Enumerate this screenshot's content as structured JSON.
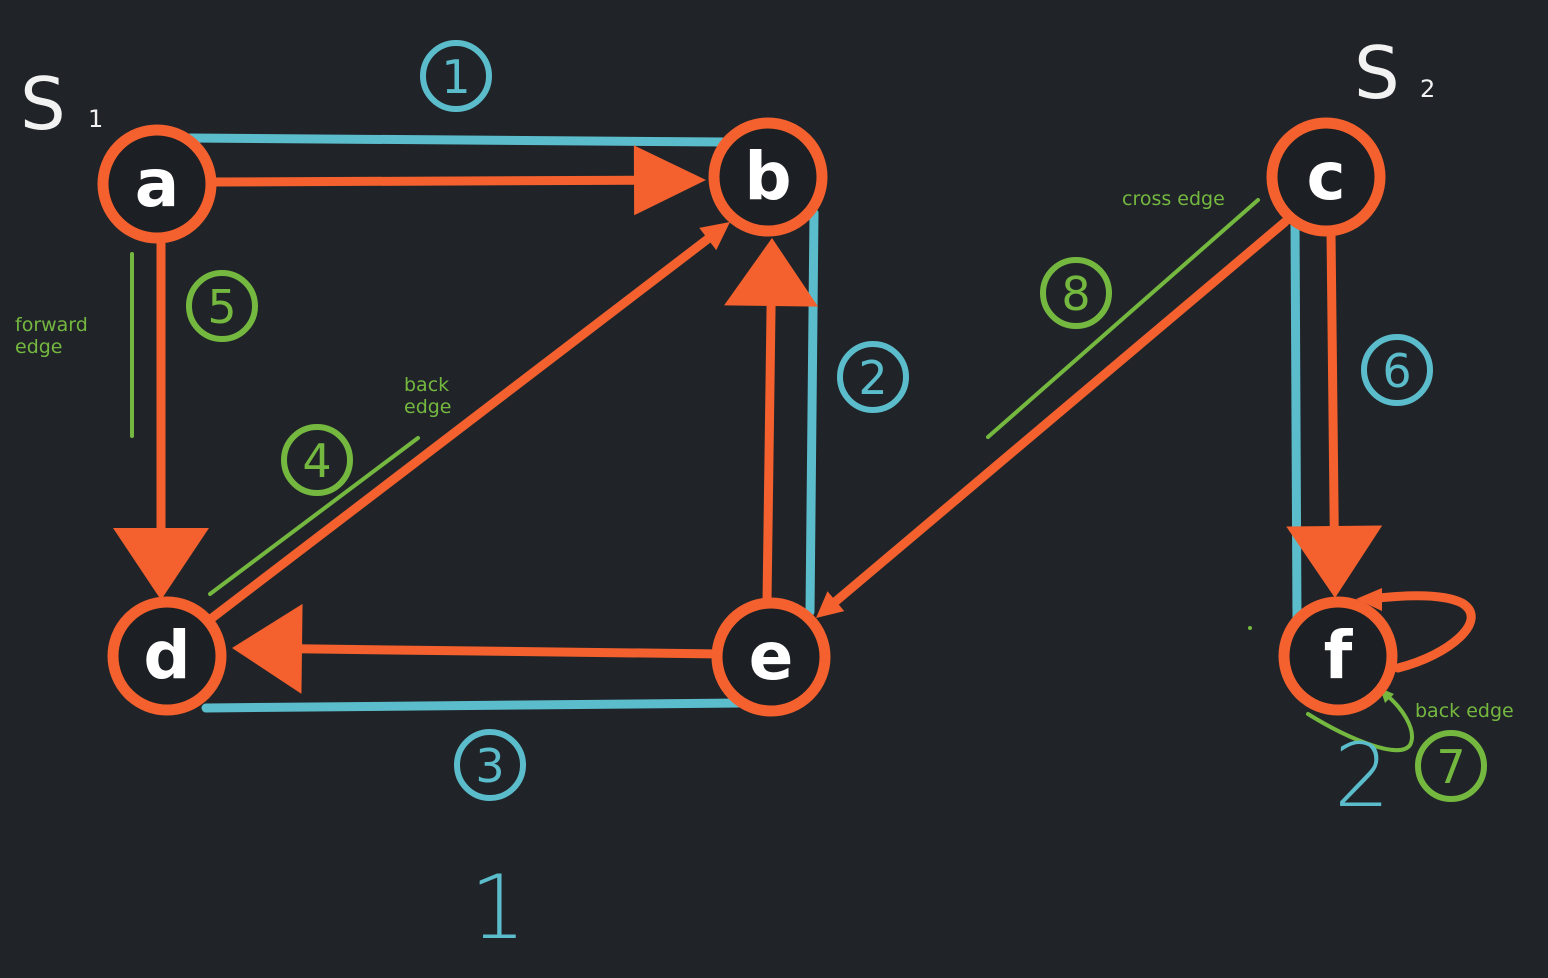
{
  "colors": {
    "background": "#202428",
    "orange": "#F4612E",
    "blue": "#5BBCCB",
    "green": "#74B83F",
    "node_fill": "#1C1F23",
    "label": "#FFFFFF"
  },
  "sources": [
    {
      "id": "s1",
      "letter": "S",
      "sub": "1"
    },
    {
      "id": "s2",
      "letter": "S",
      "sub": "2"
    }
  ],
  "nodes": [
    {
      "id": "a",
      "label": "a"
    },
    {
      "id": "b",
      "label": "b"
    },
    {
      "id": "c",
      "label": "c"
    },
    {
      "id": "d",
      "label": "d"
    },
    {
      "id": "e",
      "label": "e"
    },
    {
      "id": "f",
      "label": "f"
    }
  ],
  "edges": [
    {
      "id": "a-b",
      "from": "a",
      "to": "b"
    },
    {
      "id": "a-d",
      "from": "a",
      "to": "d"
    },
    {
      "id": "d-b",
      "from": "d",
      "to": "b"
    },
    {
      "id": "e-b",
      "from": "e",
      "to": "b"
    },
    {
      "id": "e-d",
      "from": "e",
      "to": "d"
    },
    {
      "id": "c-e",
      "from": "c",
      "to": "e"
    },
    {
      "id": "c-f",
      "from": "c",
      "to": "f"
    },
    {
      "id": "f-f",
      "from": "f",
      "to": "f"
    }
  ],
  "visit_order": [
    {
      "label": "1",
      "color": "blue"
    },
    {
      "label": "2",
      "color": "blue"
    },
    {
      "label": "3",
      "color": "blue"
    },
    {
      "label": "4",
      "color": "green"
    },
    {
      "label": "5",
      "color": "green"
    },
    {
      "label": "6",
      "color": "blue"
    },
    {
      "label": "7",
      "color": "green"
    },
    {
      "label": "8",
      "color": "green"
    }
  ],
  "annotations": {
    "forward_edge": [
      "forward",
      "edge"
    ],
    "back_edge_db": [
      "back",
      "edge"
    ],
    "cross_edge": "cross edge",
    "back_edge_ff": "back edge"
  },
  "tree_labels": [
    "1",
    "2"
  ]
}
